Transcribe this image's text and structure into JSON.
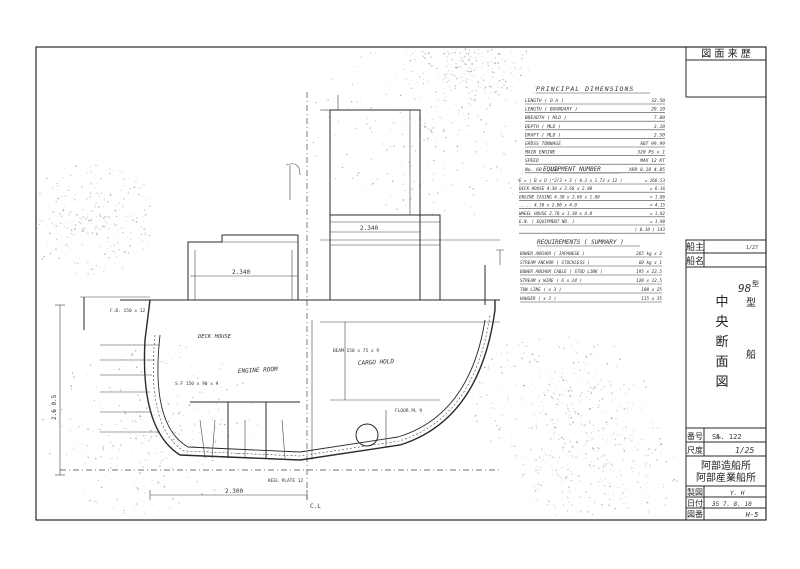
{
  "title_block": {
    "history_header": "図 面 来 歴",
    "owner_label": "船主",
    "ship_name_label": "船名",
    "ship_type_line1": "98",
    "ship_type_superscript": "型",
    "ship_type_line2": "型",
    "ship_type_line3": "船",
    "drawing_title": [
      "中",
      "央",
      "断",
      "面",
      "図"
    ],
    "number_label": "番号",
    "number_value": "S№. 122",
    "scale_label": "尺度",
    "scale_value": "1/25",
    "company_line1": "阿部造船所",
    "company_line2": "阿部産業船所",
    "drawn_label": "製図",
    "drawn_value": "Y. H",
    "date_label": "日付",
    "date_value": "35 7. 8. 10",
    "drawing_no_label": "図番",
    "drawing_no_value": "H-5",
    "corner_note": "1/27"
  },
  "principal_dimensions": {
    "heading": "PRINCIPAL DIMENSIONS",
    "rows": [
      {
        "label": "LENGTH ( O.A )",
        "value": "32.50"
      },
      {
        "label": "LENGTH ( BOUNDARY )",
        "value": "29.10"
      },
      {
        "label": "BREADTH ( MLD )",
        "value": "7.00"
      },
      {
        "label": "DEPTH ( MLD )",
        "value": "3.10"
      },
      {
        "label": "DRAFT ( MLD )",
        "value": "2.50"
      },
      {
        "label": "GROSS TONNAGE",
        "value": "ABT 99.99"
      },
      {
        "label": "MAIN ENGINE",
        "value": "320 PS x 1"
      },
      {
        "label": "SPEED",
        "value": "MAX 12 KT"
      },
      {
        "label": "No. 60 - 150",
        "value": "ARR 8.10 4.85"
      }
    ]
  },
  "equipment_number": {
    "heading": "EQUIPMENT NUMBER",
    "rows": [
      {
        "label": "E = ( B x D )^2/3 + 2 ( 0.3 x 1.73 x 12 )",
        "value": "= 266.53"
      },
      {
        "label": "DECK HOUSE  4.30 x 2.68 x 2.00",
        "value": "= 6.16"
      },
      {
        "label": "ENGINE CASING  4.30 x 2.60 x 1.80",
        "value": "= 1.86"
      },
      {
        "label": "  ..  ..  4.30 x 2.00 x 4.0",
        "value": "= 4.15"
      },
      {
        "label": "WHEEL HOUSE  2.70 x 1.30 x 4.0",
        "value": "= 1.82"
      },
      {
        "label": "E.N. ( EQUIPMENT NO. )",
        "value": "= 1.90"
      },
      {
        "label": "",
        "value": "( 0.10 ) 143"
      }
    ]
  },
  "requirements": {
    "heading": "REQUIREMENTS ( SUMMARY )",
    "rows": [
      {
        "label": "BOWER ANCHOR ( JAPANESE )",
        "value": "265 kg x 2"
      },
      {
        "label": "STREAM ANCHOR ( STOCKLESS )",
        "value": "60 kg x 1"
      },
      {
        "label": "BOWER ANCHOR CABLE ( STUD LINK )",
        "value": "195 x 22.5"
      },
      {
        "label": "STREAM  x  WIRE ( 6 x 24 )",
        "value": "120 x 12.5"
      },
      {
        "label": "TOW LINE  ( x 3 )",
        "value": "100 x 25"
      },
      {
        "label": "HAWSER  ( x 3 )",
        "value": "115 x 35"
      }
    ]
  },
  "section_labels": {
    "engine_room": "ENGINE ROOM",
    "cargo_hold": "CARGO HOLD",
    "deck_house": "DECK HOUSE",
    "breadth_dim": "2.340",
    "breadth_dim2": "2.340",
    "bottom_dim": "2.300",
    "left_dim": "2.6 0.5",
    "bottom_mark": "C.L",
    "frame_note": "F.B. 150 x 12",
    "keel_note": "KEEL PLATE 12",
    "beam_note": "BEAM 150 x 75 x 9",
    "floor_note": "FLOOR PL 9",
    "side_note": "S.F 150 x 90 x 9"
  }
}
